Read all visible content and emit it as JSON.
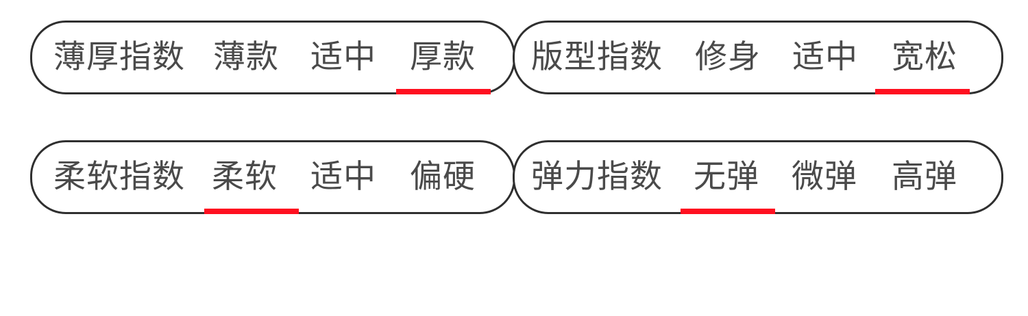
{
  "indices": [
    {
      "label": "薄厚指数",
      "options": [
        "薄款",
        "适中",
        "厚款"
      ],
      "selected_index": 2
    },
    {
      "label": "版型指数",
      "options": [
        "修身",
        "适中",
        "宽松"
      ],
      "selected_index": 2
    },
    {
      "label": "柔软指数",
      "options": [
        "柔软",
        "适中",
        "偏硬"
      ],
      "selected_index": 0
    },
    {
      "label": "弹力指数",
      "options": [
        "无弹",
        "微弹",
        "高弹"
      ],
      "selected_index": 0
    }
  ],
  "style": {
    "accent_color": "#ff1020",
    "border_color": "#2f2f2f",
    "text_color": "#4a4a4a"
  }
}
